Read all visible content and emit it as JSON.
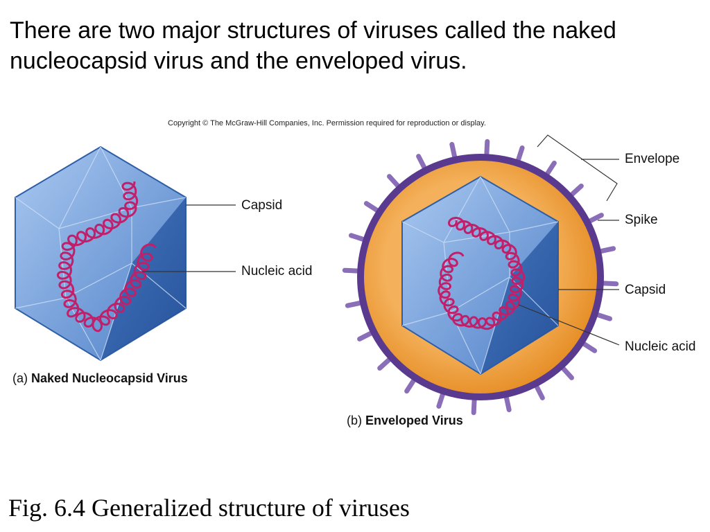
{
  "heading": "There are two major structures of viruses called the naked nucleocapsid virus and the enveloped virus.",
  "copyright": "Copyright © The McGraw-Hill Companies, Inc. Permission required for reproduction or display.",
  "naked": {
    "caption_prefix": "(a)",
    "caption_title": "Naked Nucleocapsid Virus",
    "labels": {
      "capsid": "Capsid",
      "nucleic_acid": "Nucleic acid"
    }
  },
  "enveloped": {
    "caption_prefix": "(b)",
    "caption_title": "Enveloped Virus",
    "labels": {
      "envelope": "Envelope",
      "spike": "Spike",
      "capsid": "Capsid",
      "nucleic_acid": "Nucleic acid"
    }
  },
  "figure_caption": "Fig. 6.4 Generalized structure of viruses",
  "colors": {
    "capsid_face": "#6f9ed9",
    "capsid_dark": "#2f5fa8",
    "nucleic_acid": "#c0206a",
    "envelope_ring": "#5a3a8f",
    "envelope_fill": "#f0a040",
    "spike": "#8a6fb8"
  }
}
